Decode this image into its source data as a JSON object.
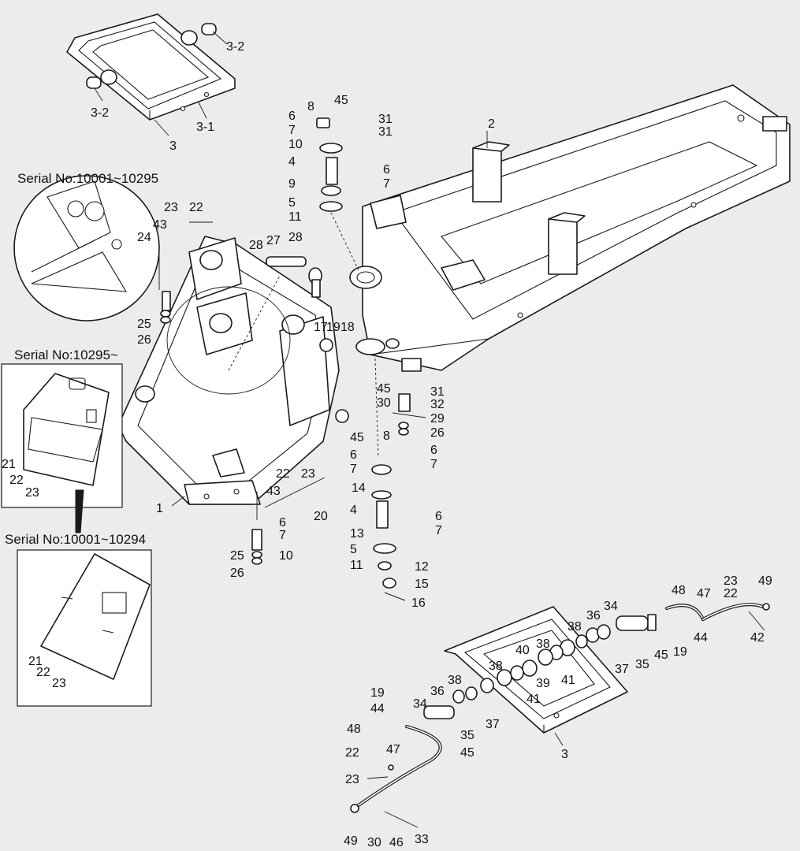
{
  "captions": {
    "serial_top": "Serial No:10001~10295",
    "serial_mid": "Serial No:10295~",
    "serial_bottom": "Serial No:10001~10294"
  },
  "callouts": [
    "3-2",
    "3-2",
    "3-1",
    "3",
    "8",
    "45",
    "6",
    "7",
    "10",
    "31",
    "31",
    "2",
    "4",
    "9",
    "6",
    "7",
    "5",
    "11",
    "23",
    "22",
    "43",
    "24",
    "28",
    "27",
    "28",
    "25",
    "26",
    "17",
    "19",
    "18",
    "45",
    "31",
    "30",
    "32",
    "29",
    "26",
    "45",
    "8",
    "6",
    "7",
    "6",
    "7",
    "14",
    "4",
    "13",
    "6",
    "7",
    "5",
    "11",
    "12",
    "15",
    "16",
    "1",
    "22",
    "23",
    "43",
    "20",
    "6",
    "7",
    "25",
    "10",
    "26",
    "21",
    "22",
    "23",
    "21",
    "22",
    "23",
    "48",
    "47",
    "23",
    "22",
    "49",
    "34",
    "36",
    "38",
    "44",
    "42",
    "45",
    "19",
    "35",
    "37",
    "40",
    "38",
    "38",
    "41",
    "39",
    "41",
    "36",
    "38",
    "37",
    "35",
    "34",
    "19",
    "44",
    "48",
    "45",
    "3",
    "22",
    "47",
    "23",
    "33",
    "49",
    "30",
    "46"
  ],
  "icons": [
    "ellipse-detail-callout",
    "arrow-down-icon"
  ]
}
